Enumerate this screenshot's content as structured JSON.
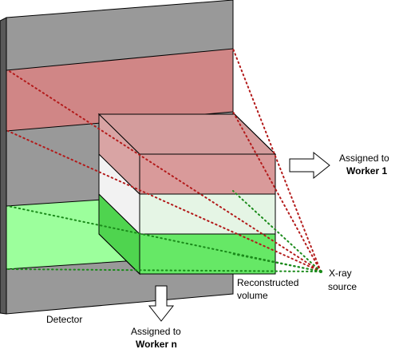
{
  "labels": {
    "assigned_worker1_line1": "Assigned to",
    "assigned_worker1_line2": "Worker 1",
    "assigned_workern_line1": "Assigned to",
    "assigned_workern_line2": "Worker n",
    "xray_line1": "X-ray",
    "xray_line2": "source",
    "volume_line1": "Reconstructed",
    "volume_line2": "volume",
    "detector": "Detector"
  },
  "colors": {
    "detector_face": "#999999",
    "detector_edge": "#595959",
    "red_band": "#d08686",
    "green_band": "#9cff9c",
    "red_slab_front": "#d99a9a",
    "green_slab_front": "#66e866",
    "middle_slab": "#eaf5ea",
    "red_ray": "#b31b1b",
    "green_ray": "#1a8a1a"
  }
}
